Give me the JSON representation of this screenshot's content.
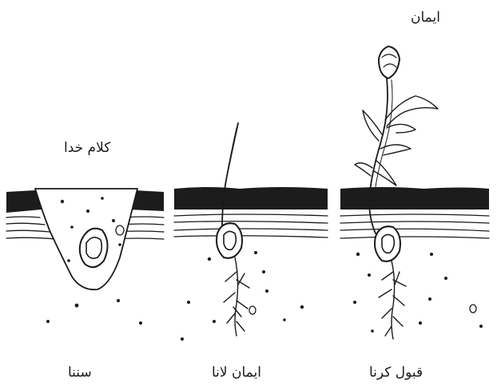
{
  "labels": {
    "word_of_god": "کلام خدا",
    "faith_top": "ایمان",
    "panel_listen": "سننا",
    "panel_believe": "ایمان لانا",
    "panel_accept": "قبول کرنا"
  },
  "colors": {
    "ink": "#1a1a1a",
    "soil_dark": "#1c1c1c",
    "background": "#ffffff"
  }
}
